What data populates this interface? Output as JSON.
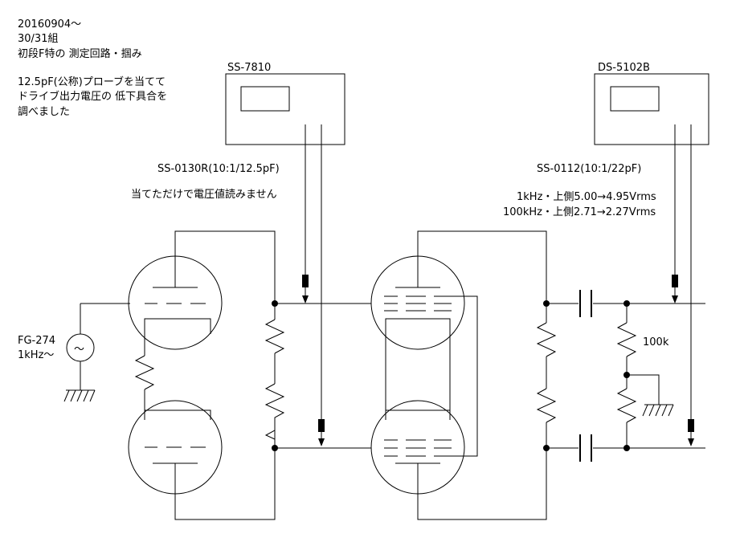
{
  "notes": {
    "line1": "20160904～",
    "line2": "30/31組",
    "line3": "初段F特の 測定回路・掴み",
    "line4": "12.5pF(公称)プローブを当てて",
    "line5": "ドライブ出力電圧の 低下具合を",
    "line6": "調べました"
  },
  "instruments": {
    "left_scope": "SS-7810",
    "right_scope": "DS-5102B",
    "left_probe": "SS-0130R(10:1/12.5pF)",
    "left_probe_note": "当てただけで電圧値読みません",
    "right_probe": "SS-0112(10:1/22pF)",
    "meas_1k": "1kHz・上側5.00→4.95Vrms",
    "meas_100k": "100kHz・上側2.71→2.27Vrms"
  },
  "generator": {
    "name": "FG-274",
    "freq": "1kHz～",
    "symbol": "～"
  },
  "components": {
    "r_load": "100k"
  }
}
